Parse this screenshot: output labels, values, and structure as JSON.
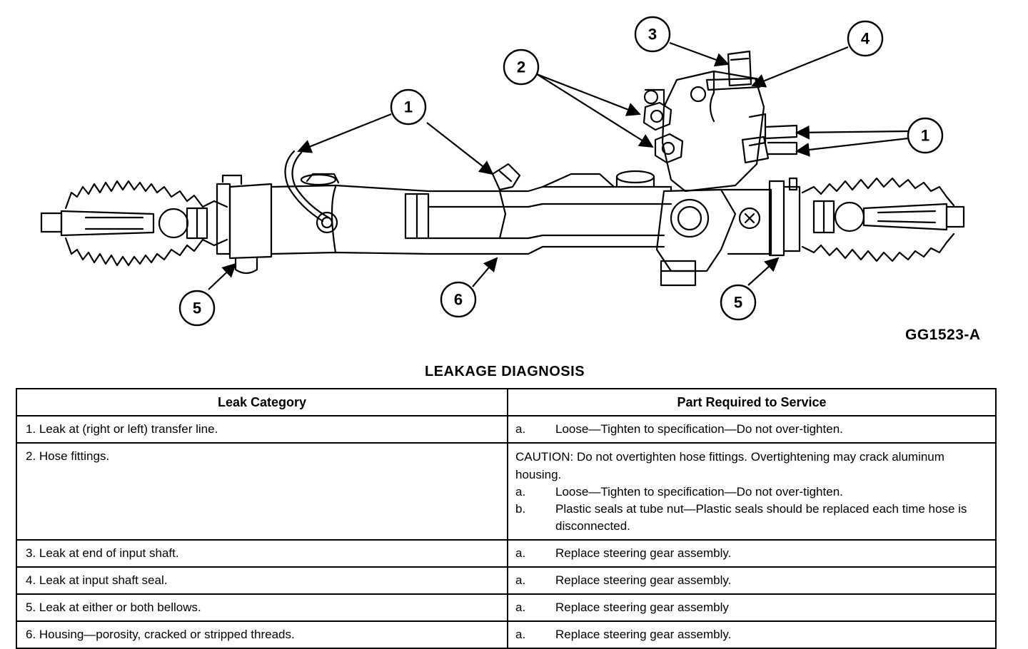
{
  "figure": {
    "id_label": "GG1523-A",
    "callouts": [
      {
        "number": "1"
      },
      {
        "number": "1"
      },
      {
        "number": "2"
      },
      {
        "number": "3"
      },
      {
        "number": "4"
      },
      {
        "number": "5"
      },
      {
        "number": "5"
      },
      {
        "number": "6"
      }
    ]
  },
  "table": {
    "title": "LEAKAGE DIAGNOSIS",
    "headers": {
      "category": "Leak Category",
      "part": "Part Required to Service"
    },
    "rows": [
      {
        "category": "1. Leak at (right or left) transfer line.",
        "caution": "",
        "steps": [
          {
            "letter": "a.",
            "text": "Loose—Tighten to specification—Do not over-tighten."
          }
        ]
      },
      {
        "category": "2. Hose fittings.",
        "caution": "CAUTION: Do not overtighten hose fittings. Overtightening may crack aluminum housing.",
        "steps": [
          {
            "letter": "a.",
            "text": "Loose—Tighten to specification—Do not over-tighten."
          },
          {
            "letter": "b.",
            "text": "Plastic seals at tube nut—Plastic seals should be replaced each time hose is disconnected."
          }
        ]
      },
      {
        "category": "3. Leak at end of input shaft.",
        "caution": "",
        "steps": [
          {
            "letter": "a.",
            "text": "Replace steering gear assembly."
          }
        ]
      },
      {
        "category": "4. Leak at input shaft seal.",
        "caution": "",
        "steps": [
          {
            "letter": "a.",
            "text": "Replace steering gear assembly."
          }
        ]
      },
      {
        "category": "5. Leak at either or both bellows.",
        "caution": "",
        "steps": [
          {
            "letter": "a.",
            "text": "Replace steering gear assembly"
          }
        ]
      },
      {
        "category": "6. Housing—porosity, cracked or stripped threads.",
        "caution": "",
        "steps": [
          {
            "letter": "a.",
            "text": "Replace steering gear assembly."
          }
        ]
      }
    ]
  }
}
